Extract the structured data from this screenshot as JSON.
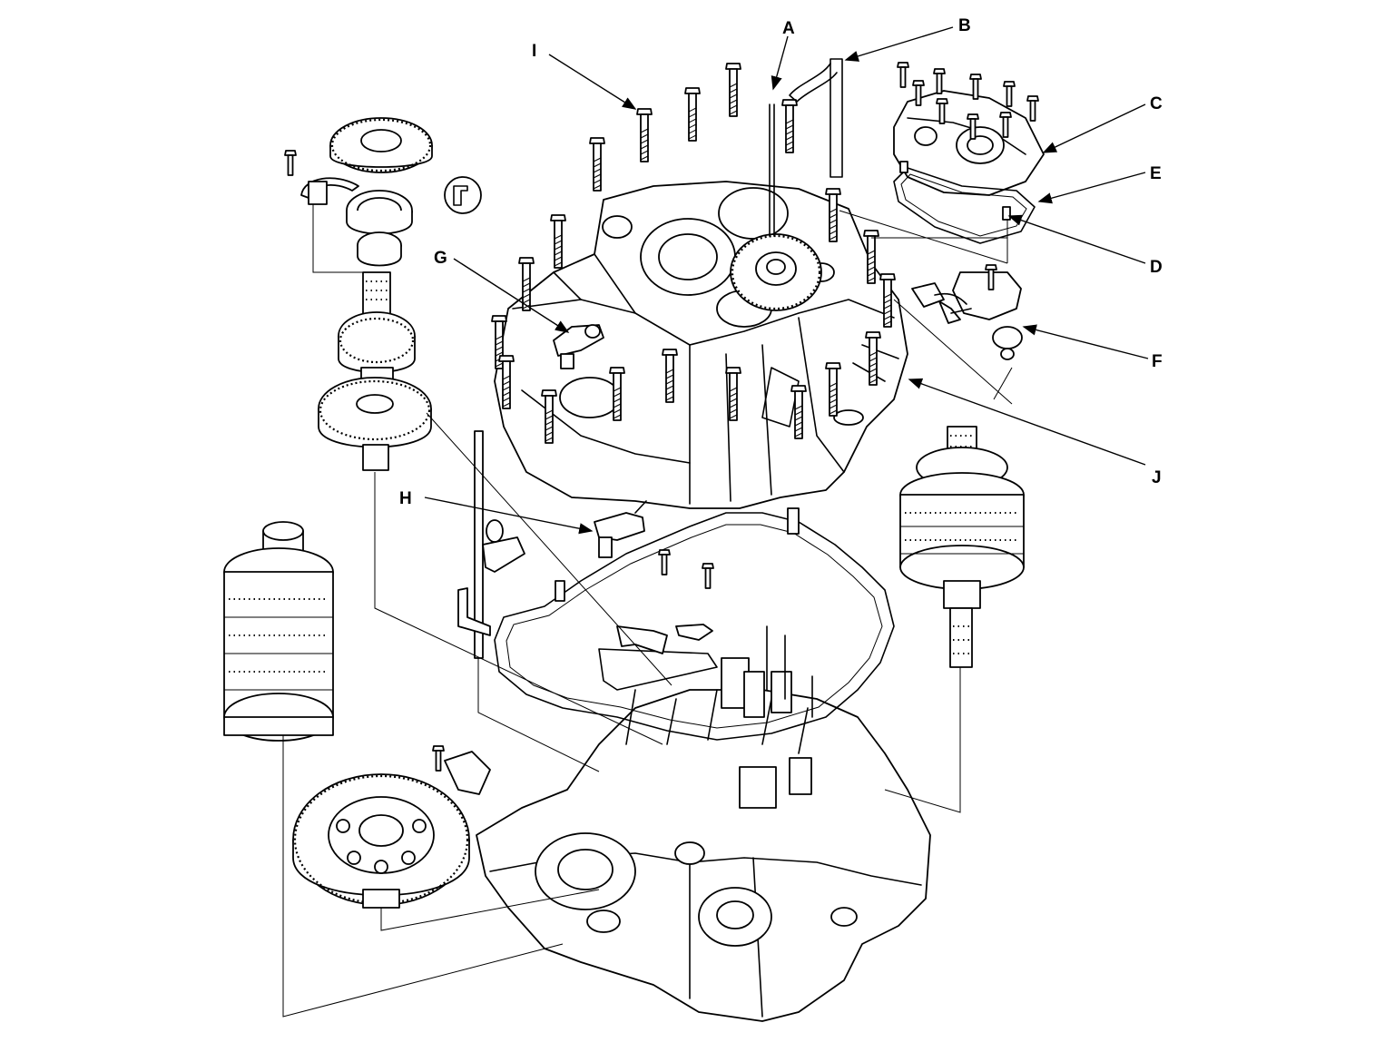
{
  "callouts": {
    "a": "A",
    "b": "B",
    "c": "C",
    "d": "D",
    "e": "E",
    "f": "F",
    "g": "G",
    "h": "H",
    "i": "I",
    "j": "J"
  },
  "icons": {
    "symbol": "sealant-symbol-icon"
  },
  "colors": {
    "ink": "#000000",
    "paper": "#ffffff"
  }
}
